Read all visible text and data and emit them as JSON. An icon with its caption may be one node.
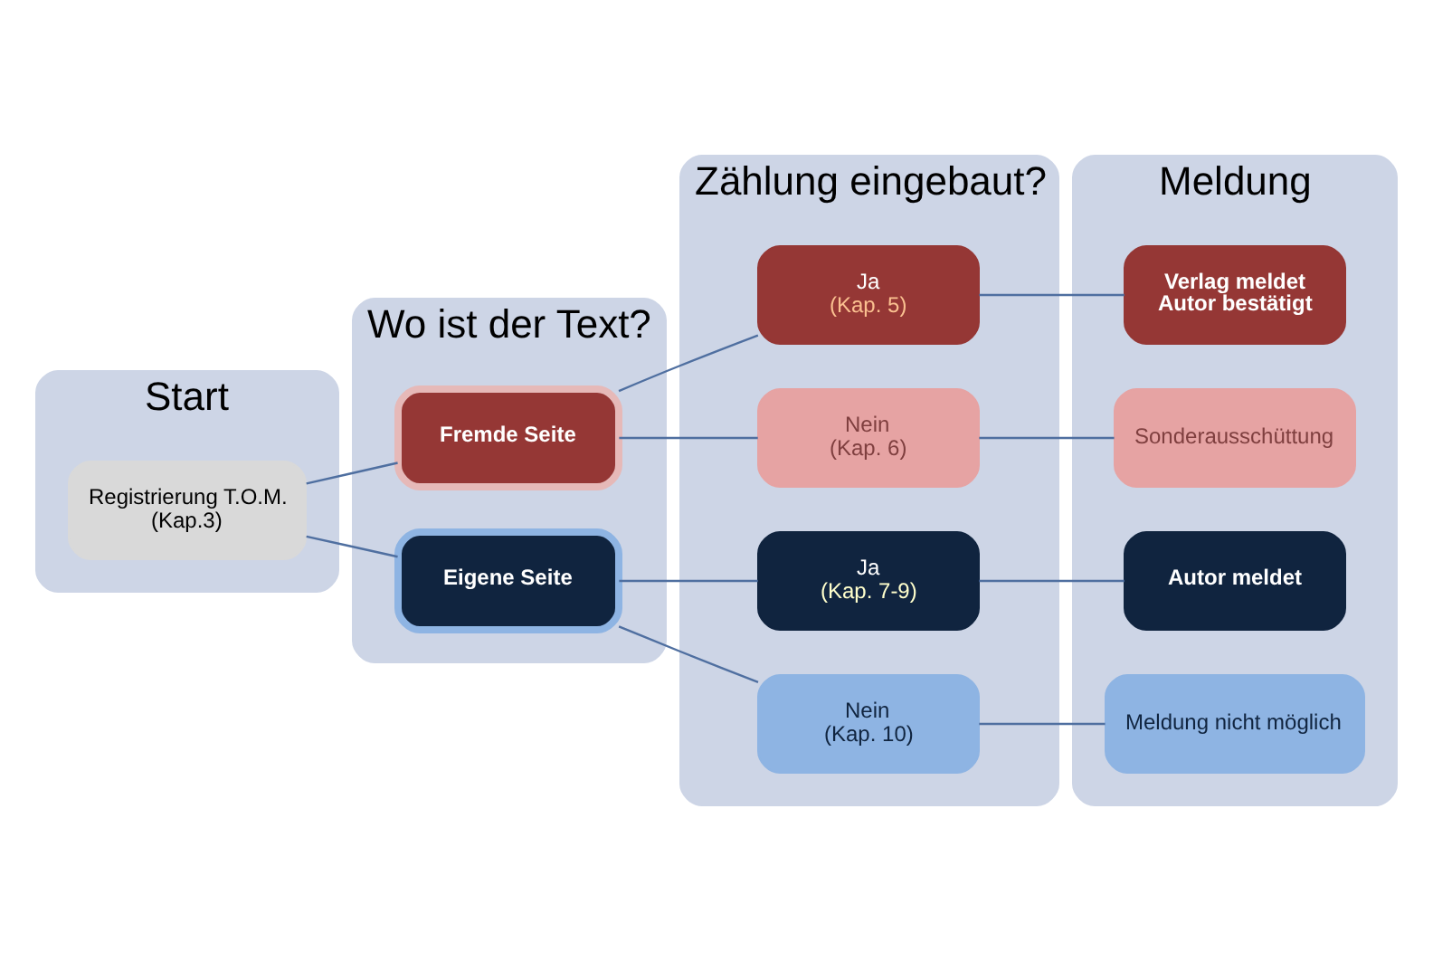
{
  "diagram": {
    "nodes": [
      {
        "text": [
          "Start"
        ]
      },
      {
        "text": [
          "Registrierung T.O.M.",
          "(Kap.3)"
        ],
        "in": 0
      },
      {
        "text": [
          "Wo ist der Text?"
        ]
      },
      {
        "text": [
          "Fremde Seite"
        ],
        "in": 2
      },
      {
        "text": [
          "Eigene Seite"
        ],
        "in": 2
      },
      {
        "text": [
          "Zählung eingebaut?"
        ]
      },
      {
        "text": [
          "Ja",
          "(Kap. 5)"
        ],
        "in": 5
      },
      {
        "text": [
          "Nein",
          "(Kap. 6)"
        ],
        "in": 5
      },
      {
        "text": [
          "Ja",
          "(Kap. 7-9)"
        ],
        "in": 5
      },
      {
        "text": [
          "Nein",
          "(Kap. 10)"
        ],
        "in": 5
      },
      {
        "text": [
          "Meldung"
        ]
      },
      {
        "text": [
          "Verlag meldet",
          "Autor bestätigt"
        ],
        "in": 10
      },
      {
        "text": [
          "Sonderausschüttung"
        ],
        "in": 10
      },
      {
        "text": [
          "Autor meldet"
        ],
        "in": 10
      },
      {
        "text": [
          "Meldung nicht möglich"
        ],
        "in": 10
      }
    ],
    "edges": [
      {
        "from": 1,
        "to": 3,
        "arrow": "none"
      },
      {
        "from": 1,
        "to": 4,
        "arrow": "none"
      },
      {
        "from": 3,
        "to": 6,
        "arrow": "none"
      },
      {
        "from": 3,
        "to": 7,
        "arrow": "none"
      },
      {
        "from": 4,
        "to": 8,
        "arrow": "none"
      },
      {
        "from": 4,
        "to": 9,
        "arrow": "none"
      },
      {
        "from": 6,
        "to": 11,
        "arrow": "none"
      },
      {
        "from": 7,
        "to": 12,
        "arrow": "none"
      },
      {
        "from": 8,
        "to": 13,
        "arrow": "none"
      },
      {
        "from": 9,
        "to": 14,
        "arrow": "none"
      }
    ]
  }
}
